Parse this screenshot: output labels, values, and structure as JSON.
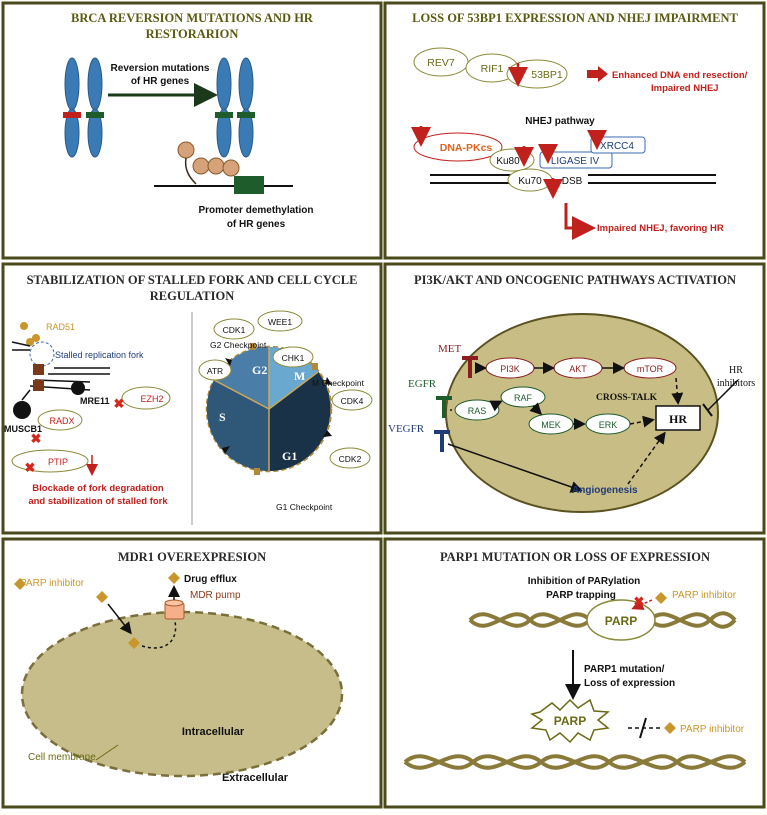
{
  "colors": {
    "border": "#4a4a1a",
    "title": "#5a5a10",
    "olive": "#8a8a3a",
    "red": "#c0211c",
    "blue": "#1f3c78",
    "green": "#1e5c2c",
    "gold": "#c8962a"
  },
  "panel1": {
    "title_line1": "BRCA REVERSION MUTATIONS AND HR",
    "title_line2": "RESTORARION",
    "reversion_line1": "Reversion mutations",
    "reversion_line2": "of HR genes",
    "promoter_line1": "Promoter demethylation",
    "promoter_line2": "of HR genes"
  },
  "panel2": {
    "title": "LOSS OF 53BP1 EXPRESSION AND NHEJ IMPAIRMENT",
    "rev7": "REV7",
    "rif1": "RIF1",
    "bp53": "53BP1",
    "enhanced_line1": "Enhanced DNA end resection/",
    "enhanced_line2": "Impaired NHEJ",
    "nhej_pathway": "NHEJ pathway",
    "dnapkcs": "DNA-PKcs",
    "ku80": "Ku80",
    "ku70": "Ku70",
    "ligase": "LIGASE IV",
    "xrcc4": "XRCC4",
    "dsb": "DSB",
    "impaired": "Impaired NHEJ, favoring HR"
  },
  "panel3": {
    "title_line1": "STABILIZATION OF STALLED FORK AND CELL CYCLE",
    "title_line2": "REGULATION",
    "rad51": "RAD51",
    "stalled": "Stalled replication fork",
    "mre11": "MRE11",
    "mus81": "MUSCB1",
    "radx": "RADX",
    "ezh2": "EZH2",
    "ptip": "PTIP",
    "blockade_line1": "Blockade of fork degradation",
    "blockade_line2": "and stabilization of stalled fork",
    "cdk1": "CDK1",
    "wee1": "WEE1",
    "g2check": "G2 Checkpoint",
    "chk1": "CHK1",
    "atr": "ATR",
    "g2": "G2",
    "m": "M",
    "s": "S",
    "g1": "G1",
    "mcheck": "M Checkpoint",
    "cdk4": "CDK4",
    "cdk2": "CDK2",
    "g1check": "G1 Checkpoint"
  },
  "panel4": {
    "title": "PI3K/AKT AND ONCOGENIC PATHWAYS ACTIVATION",
    "met": "MET",
    "egfr": "EGFR",
    "vegfr": "VEGFR",
    "pi3k": "PI3K",
    "akt": "AKT",
    "mtor": "mTOR",
    "ras": "RAS",
    "raf": "RAF",
    "mek": "MEK",
    "erk": "ERK",
    "crosstalk": "CROSS-TALK",
    "hr": "HR",
    "hr_inhib_line1": "HR",
    "hr_inhib_line2": "inhibitors",
    "angio": "Angiogenesis"
  },
  "panel5": {
    "title": "MDR1 OVEREXPRESION",
    "parp_inhibitor": "PARP inhibitor",
    "drug_efflux": "Drug efflux",
    "mdr_pump": "MDR pump",
    "intracellular": "Intracellular",
    "cell_membrane": "Cell membrane",
    "extracellular": "Extracellular"
  },
  "panel6": {
    "title": "PARP1 MUTATION OR LOSS OF EXPRESSION",
    "inhibition": "Inhibition of PARylation",
    "trapping": "PARP trapping",
    "parp_inhibitor_top": "PARP inhibitor",
    "parp": "PARP",
    "mutation_line1": "PARP1 mutation/",
    "mutation_line2": "Loss of expression",
    "parp_star": "PARP",
    "parp_inhibitor_bottom": "PARP inhibitor"
  }
}
